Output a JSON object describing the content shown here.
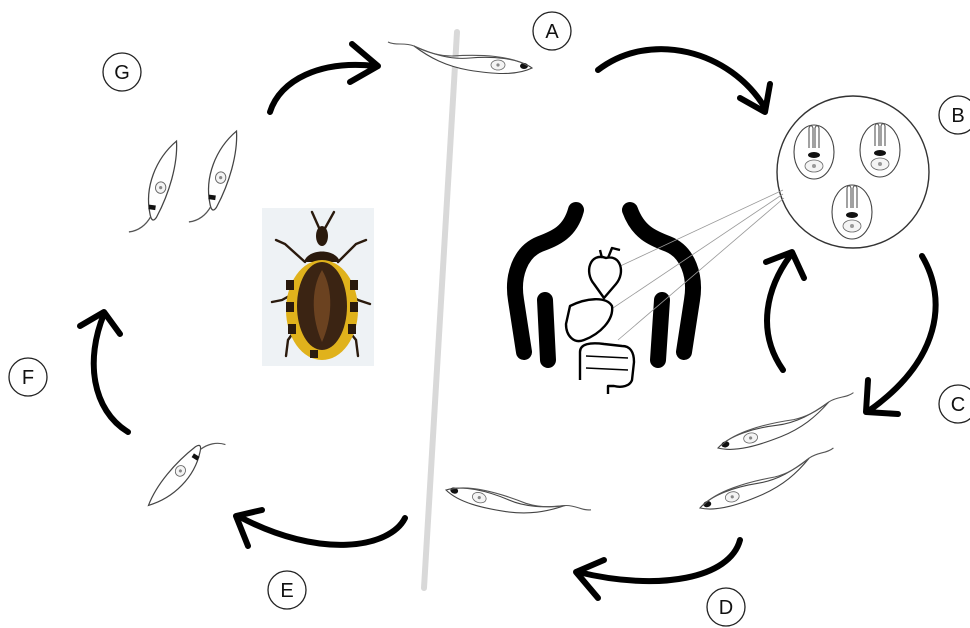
{
  "diagram": {
    "stages": [
      {
        "id": "A",
        "label": "A"
      },
      {
        "id": "B",
        "label": "B"
      },
      {
        "id": "C",
        "label": "C"
      },
      {
        "id": "D",
        "label": "D"
      },
      {
        "id": "E",
        "label": "E"
      },
      {
        "id": "F",
        "label": "F"
      },
      {
        "id": "G",
        "label": "G"
      }
    ],
    "colors": {
      "line": "#000000",
      "divider": "#d9d9d9",
      "bug_body": "#3b2413",
      "bug_stripe": "#e0b21c"
    },
    "icons": [
      "human-body-icon",
      "heart-icon",
      "liver-icon",
      "intestine-icon",
      "triatomine-bug-icon",
      "trypomastigote-icon",
      "epimastigote-icon",
      "amastigote-icon"
    ]
  }
}
